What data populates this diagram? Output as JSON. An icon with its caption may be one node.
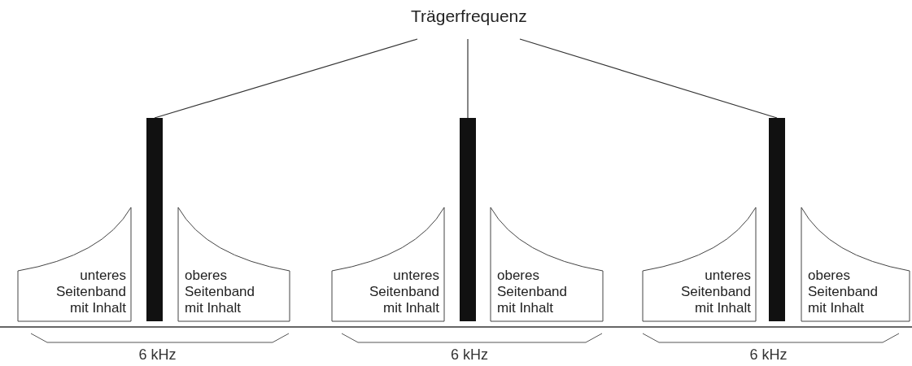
{
  "diagram": {
    "nodes": [
      {
        "text": [
          "Trägerfrequenz"
        ]
      },
      {
        "text": [
          "unteres Seitenband mit Inhalt"
        ]
      },
      {
        "text": [],
        "shape": "bar"
      },
      {
        "text": [
          "oberes Seitenband mit Inhalt"
        ]
      },
      {
        "text": [
          "unteres Seitenband mit Inhalt"
        ]
      },
      {
        "text": [],
        "shape": "bar"
      },
      {
        "text": [
          "oberes Seitenband mit Inhalt"
        ]
      },
      {
        "text": [
          "unteres Seitenband mit Inhalt"
        ]
      },
      {
        "text": [],
        "shape": "bar"
      },
      {
        "text": [
          "oberes Seitenband mit Inhalt"
        ]
      }
    ],
    "edges": [
      {
        "from": 0,
        "to": 2,
        "arrow": "none"
      },
      {
        "from": 0,
        "to": 5,
        "arrow": "none"
      },
      {
        "from": 0,
        "to": 8,
        "arrow": "none"
      }
    ],
    "labels": [
      "6 kHz",
      "6 kHz",
      "6 kHz"
    ]
  }
}
